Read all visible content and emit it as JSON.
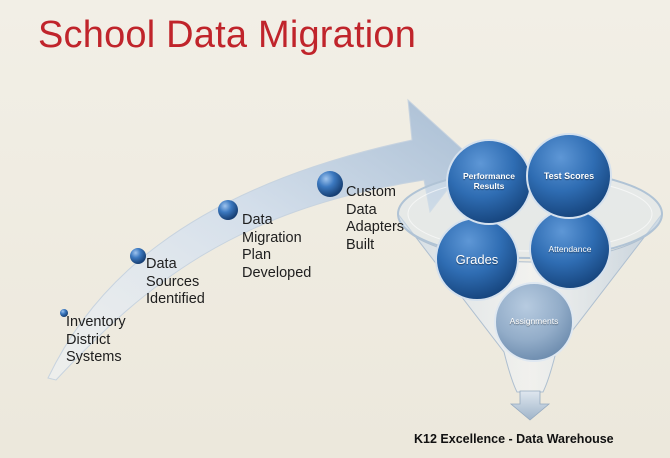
{
  "title": "School Data Migration",
  "steps": [
    {
      "label": "Inventory\nDistrict\nSystems"
    },
    {
      "label": "Data\nSources\nIdentified"
    },
    {
      "label": "Data\nMigration\nPlan\nDeveloped"
    },
    {
      "label": "Custom\nData\nAdapters\nBuilt"
    }
  ],
  "funnel_items": [
    {
      "label": "Performance\nResults"
    },
    {
      "label": "Test Scores"
    },
    {
      "label": "Grades"
    },
    {
      "label": "Attendance"
    },
    {
      "label": "Assignments"
    }
  ],
  "output_label": "K12 Excellence - Data Warehouse",
  "colors": {
    "title": "#c0242b",
    "bubble": "#2f6db3",
    "bubble_dark": "#1a4a86",
    "funnel_rim": "#c9d7e4",
    "arrow": "#d4e0ec"
  }
}
